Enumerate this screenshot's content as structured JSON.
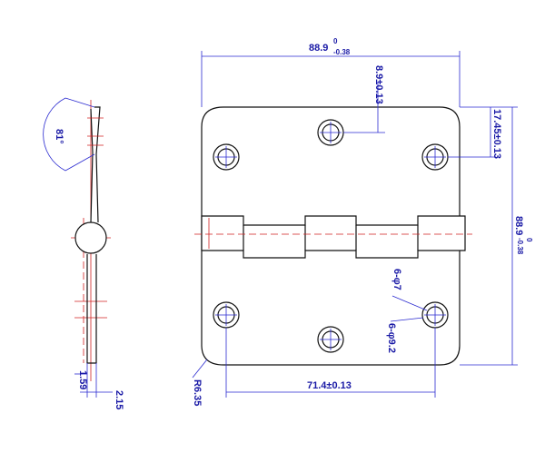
{
  "drawing": {
    "colors": {
      "outline": "#111111",
      "dimension": "#1a1aa6",
      "centerline": "#d02020",
      "hole_cross": "#2a2ad0"
    },
    "side_view": {
      "angle_label": "81°",
      "thickness_label": "1.59",
      "offset_label": "2.15"
    },
    "front_view": {
      "width_main": "88.9",
      "width_tol_upper": "0",
      "width_tol_lower": "-0.38",
      "top_hole_offset": "8.9±0.13",
      "side_hole_offset": "17.45±0.13",
      "height_main": "88.9",
      "height_tol_upper": "0",
      "height_tol_lower": "-0.38",
      "inner_hole_label": "6-φ7",
      "outer_hole_label": "6-φ9.2",
      "hole_spacing": "71.4±0.13",
      "corner_radius": "R6.35"
    }
  }
}
